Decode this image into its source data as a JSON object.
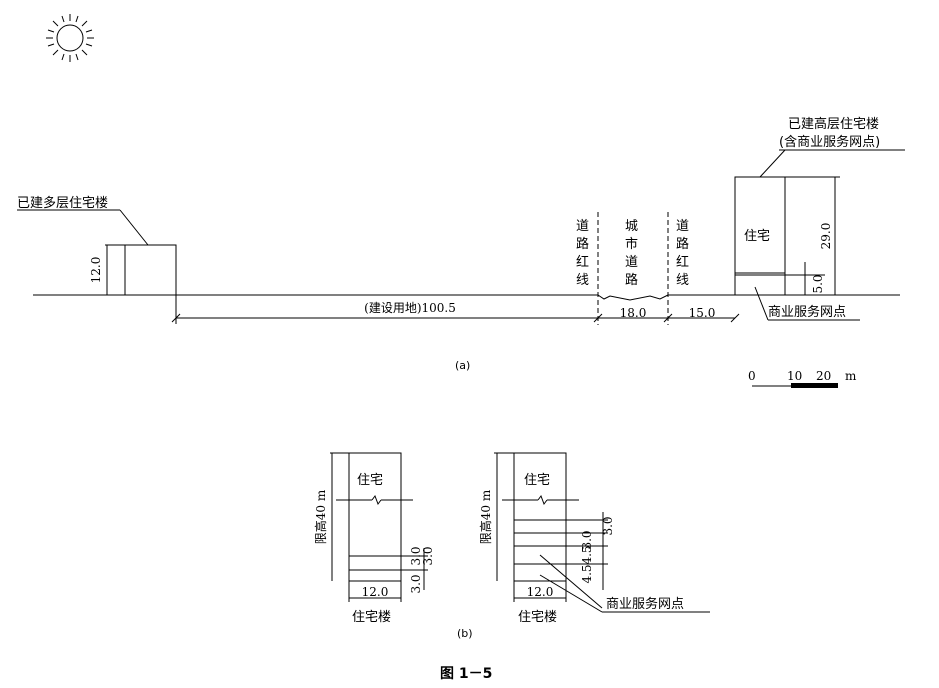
{
  "section_a": {
    "left_building_label": "已建多层住宅楼",
    "left_height": "12.0",
    "land_label": "(建设用地)100.5",
    "road_redline_left": [
      "道",
      "路",
      "红",
      "线"
    ],
    "city_road": [
      "城",
      "市",
      "道",
      "路"
    ],
    "road_redline_right": [
      "道",
      "路",
      "红",
      "线"
    ],
    "road_width": "18.0",
    "setback": "15.0",
    "right_building_label_1": "已建高层住宅楼",
    "right_building_label_2": "(含商业服务网点)",
    "right_residential": "住宅",
    "right_total_height": "29.0",
    "right_commercial_height": "5.0",
    "commercial_label": "商业服务网点",
    "caption": "(a)",
    "scale": {
      "zero": "0",
      "ten": "10",
      "twenty": "20",
      "unit": "m"
    }
  },
  "section_b": {
    "left": {
      "residential": "住宅",
      "limit": "限高40 m",
      "floor_a": "3.0",
      "floor_b": "3.0",
      "floor_c": "3.0",
      "width": "12.0",
      "name": "住宅楼"
    },
    "right": {
      "residential": "住宅",
      "limit": "限高40 m",
      "floor_1": "3.0",
      "floor_2": "3.0",
      "floor_3": "4.5",
      "floor_4": "4.5",
      "width": "12.0",
      "name": "住宅楼",
      "commercial_label": "商业服务网点"
    },
    "caption": "(b)"
  },
  "figure_caption": "图 1－5"
}
